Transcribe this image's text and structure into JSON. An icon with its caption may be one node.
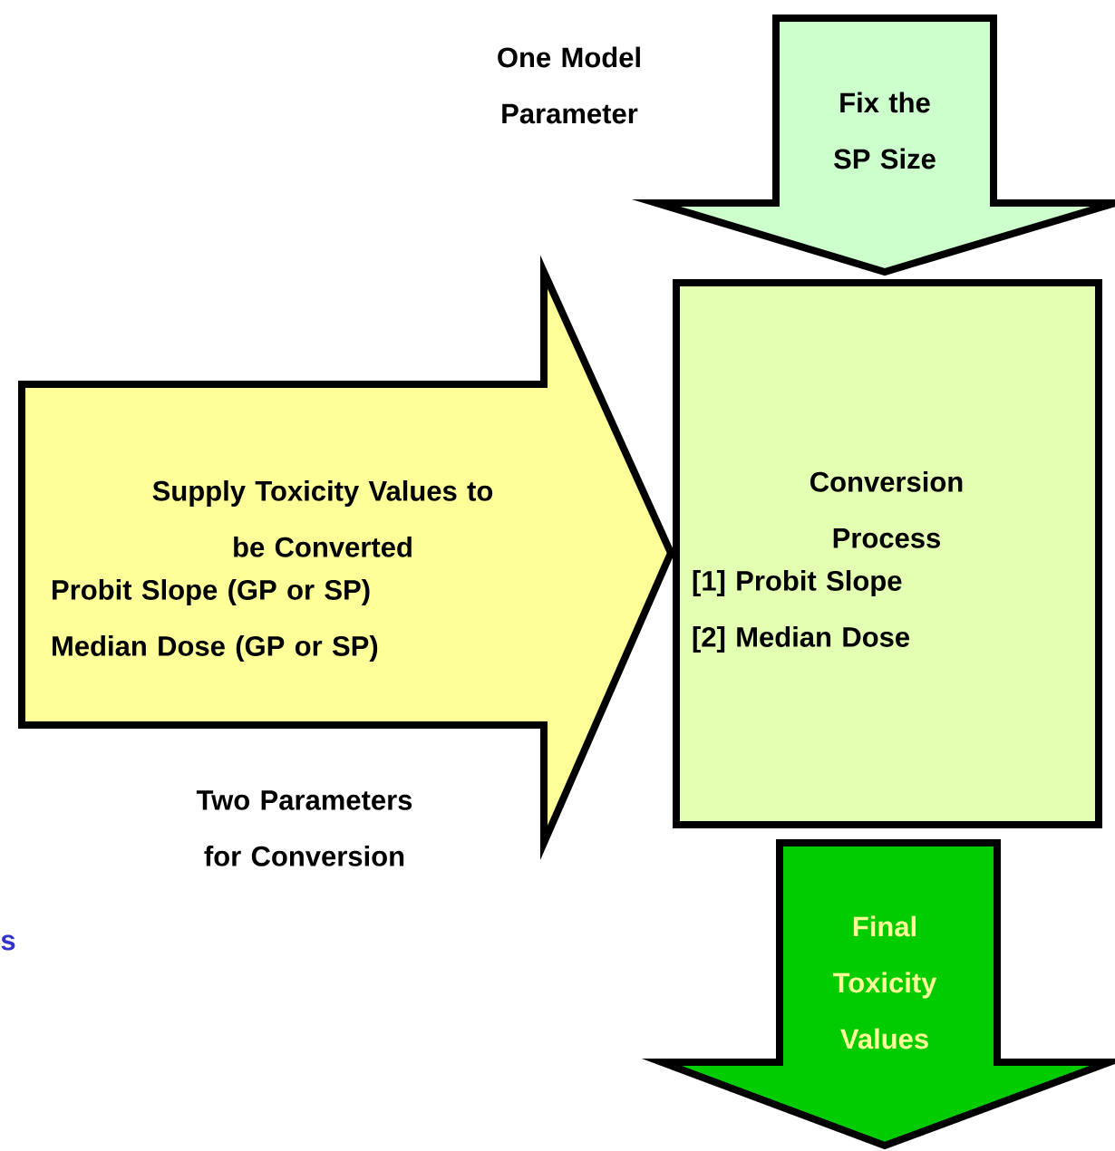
{
  "diagram": {
    "nodes": [
      {
        "text": [
          "Fix the SP Size"
        ]
      },
      {
        "text": [
          "Supply Toxicity Values to be Converted",
          "Probit Slope (GP or SP)",
          "Median Dose (GP or SP)"
        ]
      },
      {
        "text": [
          "Conversion Process",
          "[1] Probit Slope",
          "[2] Median Dose"
        ]
      },
      {
        "text": [
          "Final Toxicity Values"
        ]
      }
    ],
    "labels": [
      "One Model Parameter",
      "Two Parameters for Conversion",
      "s"
    ]
  }
}
